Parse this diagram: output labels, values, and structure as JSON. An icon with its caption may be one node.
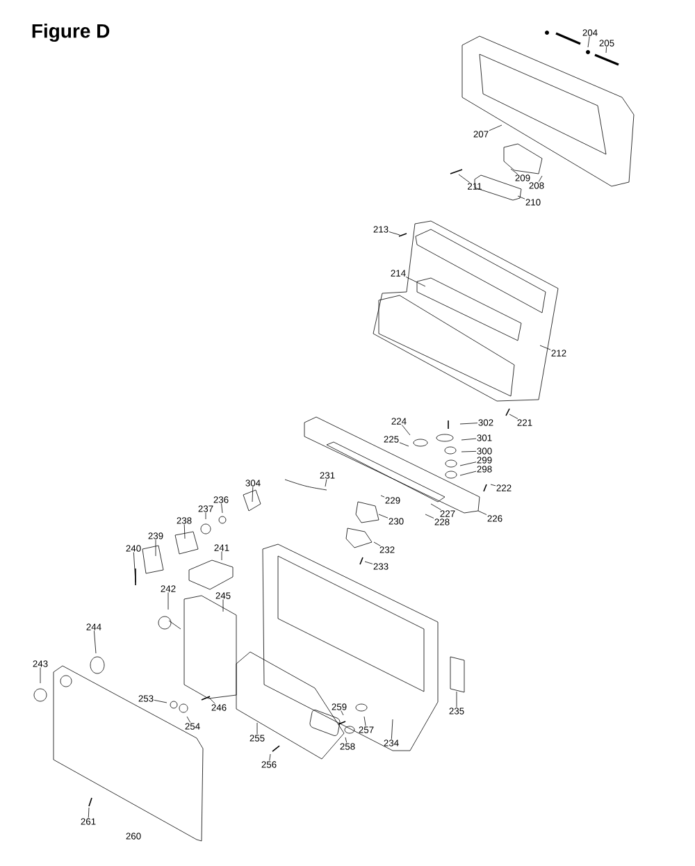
{
  "diagram": {
    "title": "Figure D",
    "nodes": [
      {
        "text": [
          "204"
        ]
      },
      {
        "text": [
          "205"
        ]
      },
      {
        "text": [
          "207"
        ]
      },
      {
        "text": [
          "211"
        ]
      },
      {
        "text": [
          "209"
        ]
      },
      {
        "text": [
          "208"
        ]
      },
      {
        "text": [
          "210"
        ]
      },
      {
        "text": [
          "213"
        ]
      },
      {
        "text": [
          "214"
        ]
      },
      {
        "text": [
          "212"
        ]
      },
      {
        "text": [
          "221"
        ]
      },
      {
        "text": [
          "302"
        ]
      },
      {
        "text": [
          "224"
        ]
      },
      {
        "text": [
          "301"
        ]
      },
      {
        "text": [
          "225"
        ]
      },
      {
        "text": [
          "300"
        ]
      },
      {
        "text": [
          "299"
        ]
      },
      {
        "text": [
          "298"
        ]
      },
      {
        "text": [
          "231"
        ]
      },
      {
        "text": [
          "304"
        ]
      },
      {
        "text": [
          "222"
        ]
      },
      {
        "text": [
          "229"
        ]
      },
      {
        "text": [
          "236"
        ]
      },
      {
        "text": [
          "237"
        ]
      },
      {
        "text": [
          "227"
        ]
      },
      {
        "text": [
          "226"
        ]
      },
      {
        "text": [
          "238"
        ]
      },
      {
        "text": [
          "230"
        ]
      },
      {
        "text": [
          "228"
        ]
      },
      {
        "text": [
          "241"
        ]
      },
      {
        "text": [
          "239"
        ]
      },
      {
        "text": [
          "240"
        ]
      },
      {
        "text": [
          "232"
        ]
      },
      {
        "text": [
          "233"
        ]
      },
      {
        "text": [
          "242"
        ]
      },
      {
        "text": [
          "245"
        ]
      },
      {
        "text": [
          "244"
        ]
      },
      {
        "text": [
          "243"
        ]
      },
      {
        "text": [
          "253"
        ]
      },
      {
        "text": [
          "259"
        ]
      },
      {
        "text": [
          "235"
        ]
      },
      {
        "text": [
          "246"
        ]
      },
      {
        "text": [
          "254"
        ]
      },
      {
        "text": [
          "257"
        ]
      },
      {
        "text": [
          "255"
        ]
      },
      {
        "text": [
          "258"
        ]
      },
      {
        "text": [
          "234"
        ]
      },
      {
        "text": [
          "256"
        ]
      },
      {
        "text": [
          "261"
        ]
      }
    ],
    "edges": [
      {
        "from": 0,
        "to": null,
        "arrow": "none"
      },
      {
        "from": 1,
        "to": null,
        "arrow": "none"
      },
      {
        "from": 2,
        "to": null,
        "arrow": "none"
      },
      {
        "from": 3,
        "to": null,
        "arrow": "none"
      },
      {
        "from": 4,
        "to": null,
        "arrow": "none"
      },
      {
        "from": 5,
        "to": null,
        "arrow": "none"
      },
      {
        "from": 6,
        "to": null,
        "arrow": "none"
      },
      {
        "from": 7,
        "to": null,
        "arrow": "none"
      },
      {
        "from": 8,
        "to": null,
        "arrow": "none"
      },
      {
        "from": 9,
        "to": null,
        "arrow": "none"
      },
      {
        "from": 10,
        "to": null,
        "arrow": "none"
      },
      {
        "from": 11,
        "to": null,
        "arrow": "none"
      },
      {
        "from": 12,
        "to": null,
        "arrow": "none"
      },
      {
        "from": 13,
        "to": null,
        "arrow": "none"
      },
      {
        "from": 14,
        "to": null,
        "arrow": "none"
      },
      {
        "from": 15,
        "to": null,
        "arrow": "none"
      },
      {
        "from": 16,
        "to": null,
        "arrow": "none"
      },
      {
        "from": 17,
        "to": null,
        "arrow": "none"
      },
      {
        "from": 18,
        "to": null,
        "arrow": "none"
      },
      {
        "from": 19,
        "to": null,
        "arrow": "none"
      },
      {
        "from": 20,
        "to": null,
        "arrow": "none"
      },
      {
        "from": 21,
        "to": null,
        "arrow": "none"
      },
      {
        "from": 22,
        "to": null,
        "arrow": "none"
      },
      {
        "from": 23,
        "to": null,
        "arrow": "none"
      },
      {
        "from": 24,
        "to": null,
        "arrow": "none"
      },
      {
        "from": 25,
        "to": null,
        "arrow": "none"
      },
      {
        "from": 26,
        "to": null,
        "arrow": "none"
      },
      {
        "from": 27,
        "to": null,
        "arrow": "none"
      },
      {
        "from": 28,
        "to": null,
        "arrow": "none"
      },
      {
        "from": 29,
        "to": null,
        "arrow": "none"
      },
      {
        "from": 30,
        "to": null,
        "arrow": "none"
      },
      {
        "from": 31,
        "to": null,
        "arrow": "none"
      },
      {
        "from": 32,
        "to": null,
        "arrow": "none"
      },
      {
        "from": 33,
        "to": null,
        "arrow": "none"
      },
      {
        "from": 34,
        "to": null,
        "arrow": "none"
      },
      {
        "from": 35,
        "to": null,
        "arrow": "none"
      },
      {
        "from": 36,
        "to": null,
        "arrow": "none"
      },
      {
        "from": 37,
        "to": null,
        "arrow": "none"
      },
      {
        "from": 38,
        "to": null,
        "arrow": "none"
      },
      {
        "from": 39,
        "to": null,
        "arrow": "none"
      },
      {
        "from": 40,
        "to": null,
        "arrow": "none"
      },
      {
        "from": 41,
        "to": null,
        "arrow": "none"
      },
      {
        "from": 42,
        "to": null,
        "arrow": "none"
      },
      {
        "from": 43,
        "to": null,
        "arrow": "none"
      },
      {
        "from": 44,
        "to": null,
        "arrow": "none"
      },
      {
        "from": 45,
        "to": null,
        "arrow": "none"
      },
      {
        "from": 46,
        "to": null,
        "arrow": "none"
      },
      {
        "from": 47,
        "to": null,
        "arrow": "none"
      },
      {
        "from": 48,
        "to": null,
        "arrow": "none"
      }
    ],
    "labels": [
      "260"
    ]
  }
}
